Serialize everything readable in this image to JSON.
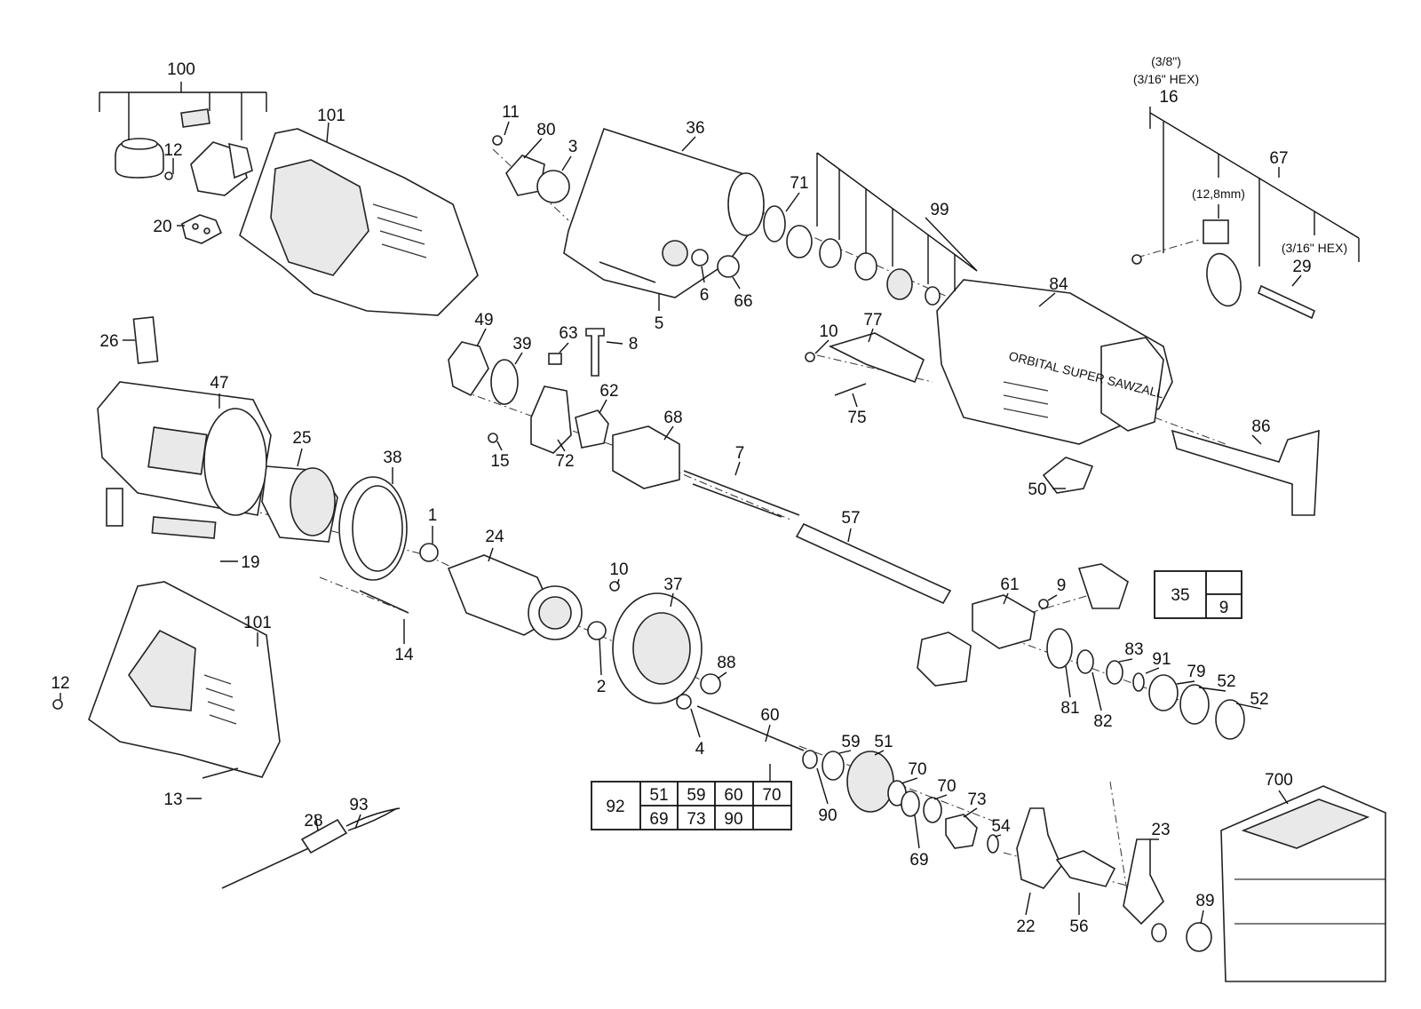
{
  "callouts": [
    {
      "id": "c100",
      "text": "100"
    },
    {
      "id": "c101a",
      "text": "101"
    },
    {
      "id": "c12a",
      "text": "12"
    },
    {
      "id": "c20",
      "text": "20"
    },
    {
      "id": "c26",
      "text": "26"
    },
    {
      "id": "c47",
      "text": "47"
    },
    {
      "id": "c25",
      "text": "25"
    },
    {
      "id": "c38",
      "text": "38"
    },
    {
      "id": "c19",
      "text": "19"
    },
    {
      "id": "c1",
      "text": "1"
    },
    {
      "id": "c24",
      "text": "24"
    },
    {
      "id": "c14",
      "text": "14"
    },
    {
      "id": "c101b",
      "text": "101"
    },
    {
      "id": "c12b",
      "text": "12"
    },
    {
      "id": "c13",
      "text": "13"
    },
    {
      "id": "c28",
      "text": "28"
    },
    {
      "id": "c93",
      "text": "93"
    },
    {
      "id": "c11",
      "text": "11"
    },
    {
      "id": "c80",
      "text": "80"
    },
    {
      "id": "c3",
      "text": "3"
    },
    {
      "id": "c36",
      "text": "36"
    },
    {
      "id": "c71",
      "text": "71"
    },
    {
      "id": "c99",
      "text": "99"
    },
    {
      "id": "c6",
      "text": "6"
    },
    {
      "id": "c66",
      "text": "66"
    },
    {
      "id": "c5",
      "text": "5"
    },
    {
      "id": "c49",
      "text": "49"
    },
    {
      "id": "c39",
      "text": "39"
    },
    {
      "id": "c63",
      "text": "63"
    },
    {
      "id": "c8",
      "text": "8"
    },
    {
      "id": "c62",
      "text": "62"
    },
    {
      "id": "c15",
      "text": "15"
    },
    {
      "id": "c72",
      "text": "72"
    },
    {
      "id": "c68",
      "text": "68"
    },
    {
      "id": "c7",
      "text": "7"
    },
    {
      "id": "c57",
      "text": "57"
    },
    {
      "id": "c10a",
      "text": "10"
    },
    {
      "id": "c77",
      "text": "77"
    },
    {
      "id": "c75",
      "text": "75"
    },
    {
      "id": "c84",
      "text": "84"
    },
    {
      "id": "c86",
      "text": "86"
    },
    {
      "id": "c50",
      "text": "50"
    },
    {
      "id": "c16",
      "text": "16"
    },
    {
      "id": "c67",
      "text": "67"
    },
    {
      "id": "c29",
      "text": "29"
    },
    {
      "id": "c10b",
      "text": "10"
    },
    {
      "id": "c37",
      "text": "37"
    },
    {
      "id": "c88",
      "text": "88"
    },
    {
      "id": "c2",
      "text": "2"
    },
    {
      "id": "c4",
      "text": "4"
    },
    {
      "id": "c60",
      "text": "60"
    },
    {
      "id": "c61",
      "text": "61"
    },
    {
      "id": "c9",
      "text": "9"
    },
    {
      "id": "c81",
      "text": "81"
    },
    {
      "id": "c82",
      "text": "82"
    },
    {
      "id": "c83",
      "text": "83"
    },
    {
      "id": "c91",
      "text": "91"
    },
    {
      "id": "c79",
      "text": "79"
    },
    {
      "id": "c52a",
      "text": "52"
    },
    {
      "id": "c52b",
      "text": "52"
    },
    {
      "id": "c59",
      "text": "59"
    },
    {
      "id": "c51",
      "text": "51"
    },
    {
      "id": "c70a",
      "text": "70"
    },
    {
      "id": "c70b",
      "text": "70"
    },
    {
      "id": "c73",
      "text": "73"
    },
    {
      "id": "c54",
      "text": "54"
    },
    {
      "id": "c90",
      "text": "90"
    },
    {
      "id": "c69",
      "text": "69"
    },
    {
      "id": "c22",
      "text": "22"
    },
    {
      "id": "c56",
      "text": "56"
    },
    {
      "id": "c23",
      "text": "23"
    },
    {
      "id": "c89",
      "text": "89"
    },
    {
      "id": "c700",
      "text": "700"
    }
  ],
  "notes": {
    "size_3_8": "(3/8\")",
    "hex_3_16_top": "(3/16\" HEX)",
    "mm_12_8": "(12,8mm)",
    "hex_3_16_right": "(3/16\" HEX)"
  },
  "housing_text": "ORBITAL SUPER SAWZALL",
  "kit_table_35": {
    "main": "35",
    "sub": "9"
  },
  "kit_table_92": {
    "main": "92",
    "row1": [
      "51",
      "59",
      "60",
      "70"
    ],
    "row2": [
      "69",
      "73",
      "90",
      ""
    ]
  },
  "colors": {
    "line": "#222222",
    "fill": "#ffffff",
    "shade": "#e9e9e9"
  }
}
